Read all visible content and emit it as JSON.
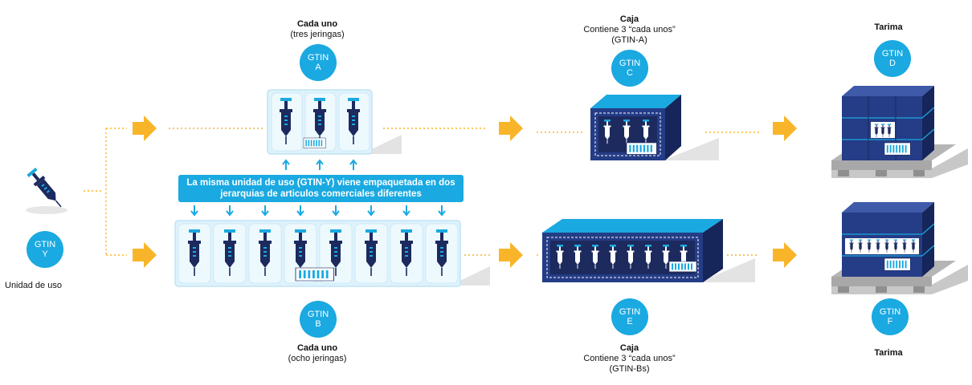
{
  "colors": {
    "accent": "#1aa9e1",
    "navy": "#1c2a5e",
    "arrow": "#f9b52a",
    "tray": "#dff2fb"
  },
  "unit": {
    "gtin_line1": "GTIN",
    "gtin_line2": "Y",
    "label": "Unidad de uso"
  },
  "top_item": {
    "title": "Cada uno",
    "subtitle": "(tres jeringas)",
    "gtin_line1": "GTIN",
    "gtin_line2": "A"
  },
  "bottom_item": {
    "title": "Cada uno",
    "subtitle": "(ocho jeringas)",
    "gtin_line1": "GTIN",
    "gtin_line2": "B"
  },
  "banner_text": "La misma unidad de uso (GTIN-Y) viene empaquetada en dos jerarquias de articulos comerciales diferentes",
  "top_case": {
    "title": "Caja",
    "line2": "Contiene 3 “cada unos”",
    "line3": "(GTIN-A)",
    "gtin_line1": "GTIN",
    "gtin_line2": "C"
  },
  "bottom_case": {
    "title": "Caja",
    "line2": "Contiene 3 “cada unos”",
    "line3": "(GTIN-Bs)",
    "gtin_line1": "GTIN",
    "gtin_line2": "E"
  },
  "top_pallet": {
    "title": "Tarima",
    "gtin_line1": "GTIN",
    "gtin_line2": "D"
  },
  "bottom_pallet": {
    "title": "Tarima",
    "gtin_line1": "GTIN",
    "gtin_line2": "F"
  }
}
